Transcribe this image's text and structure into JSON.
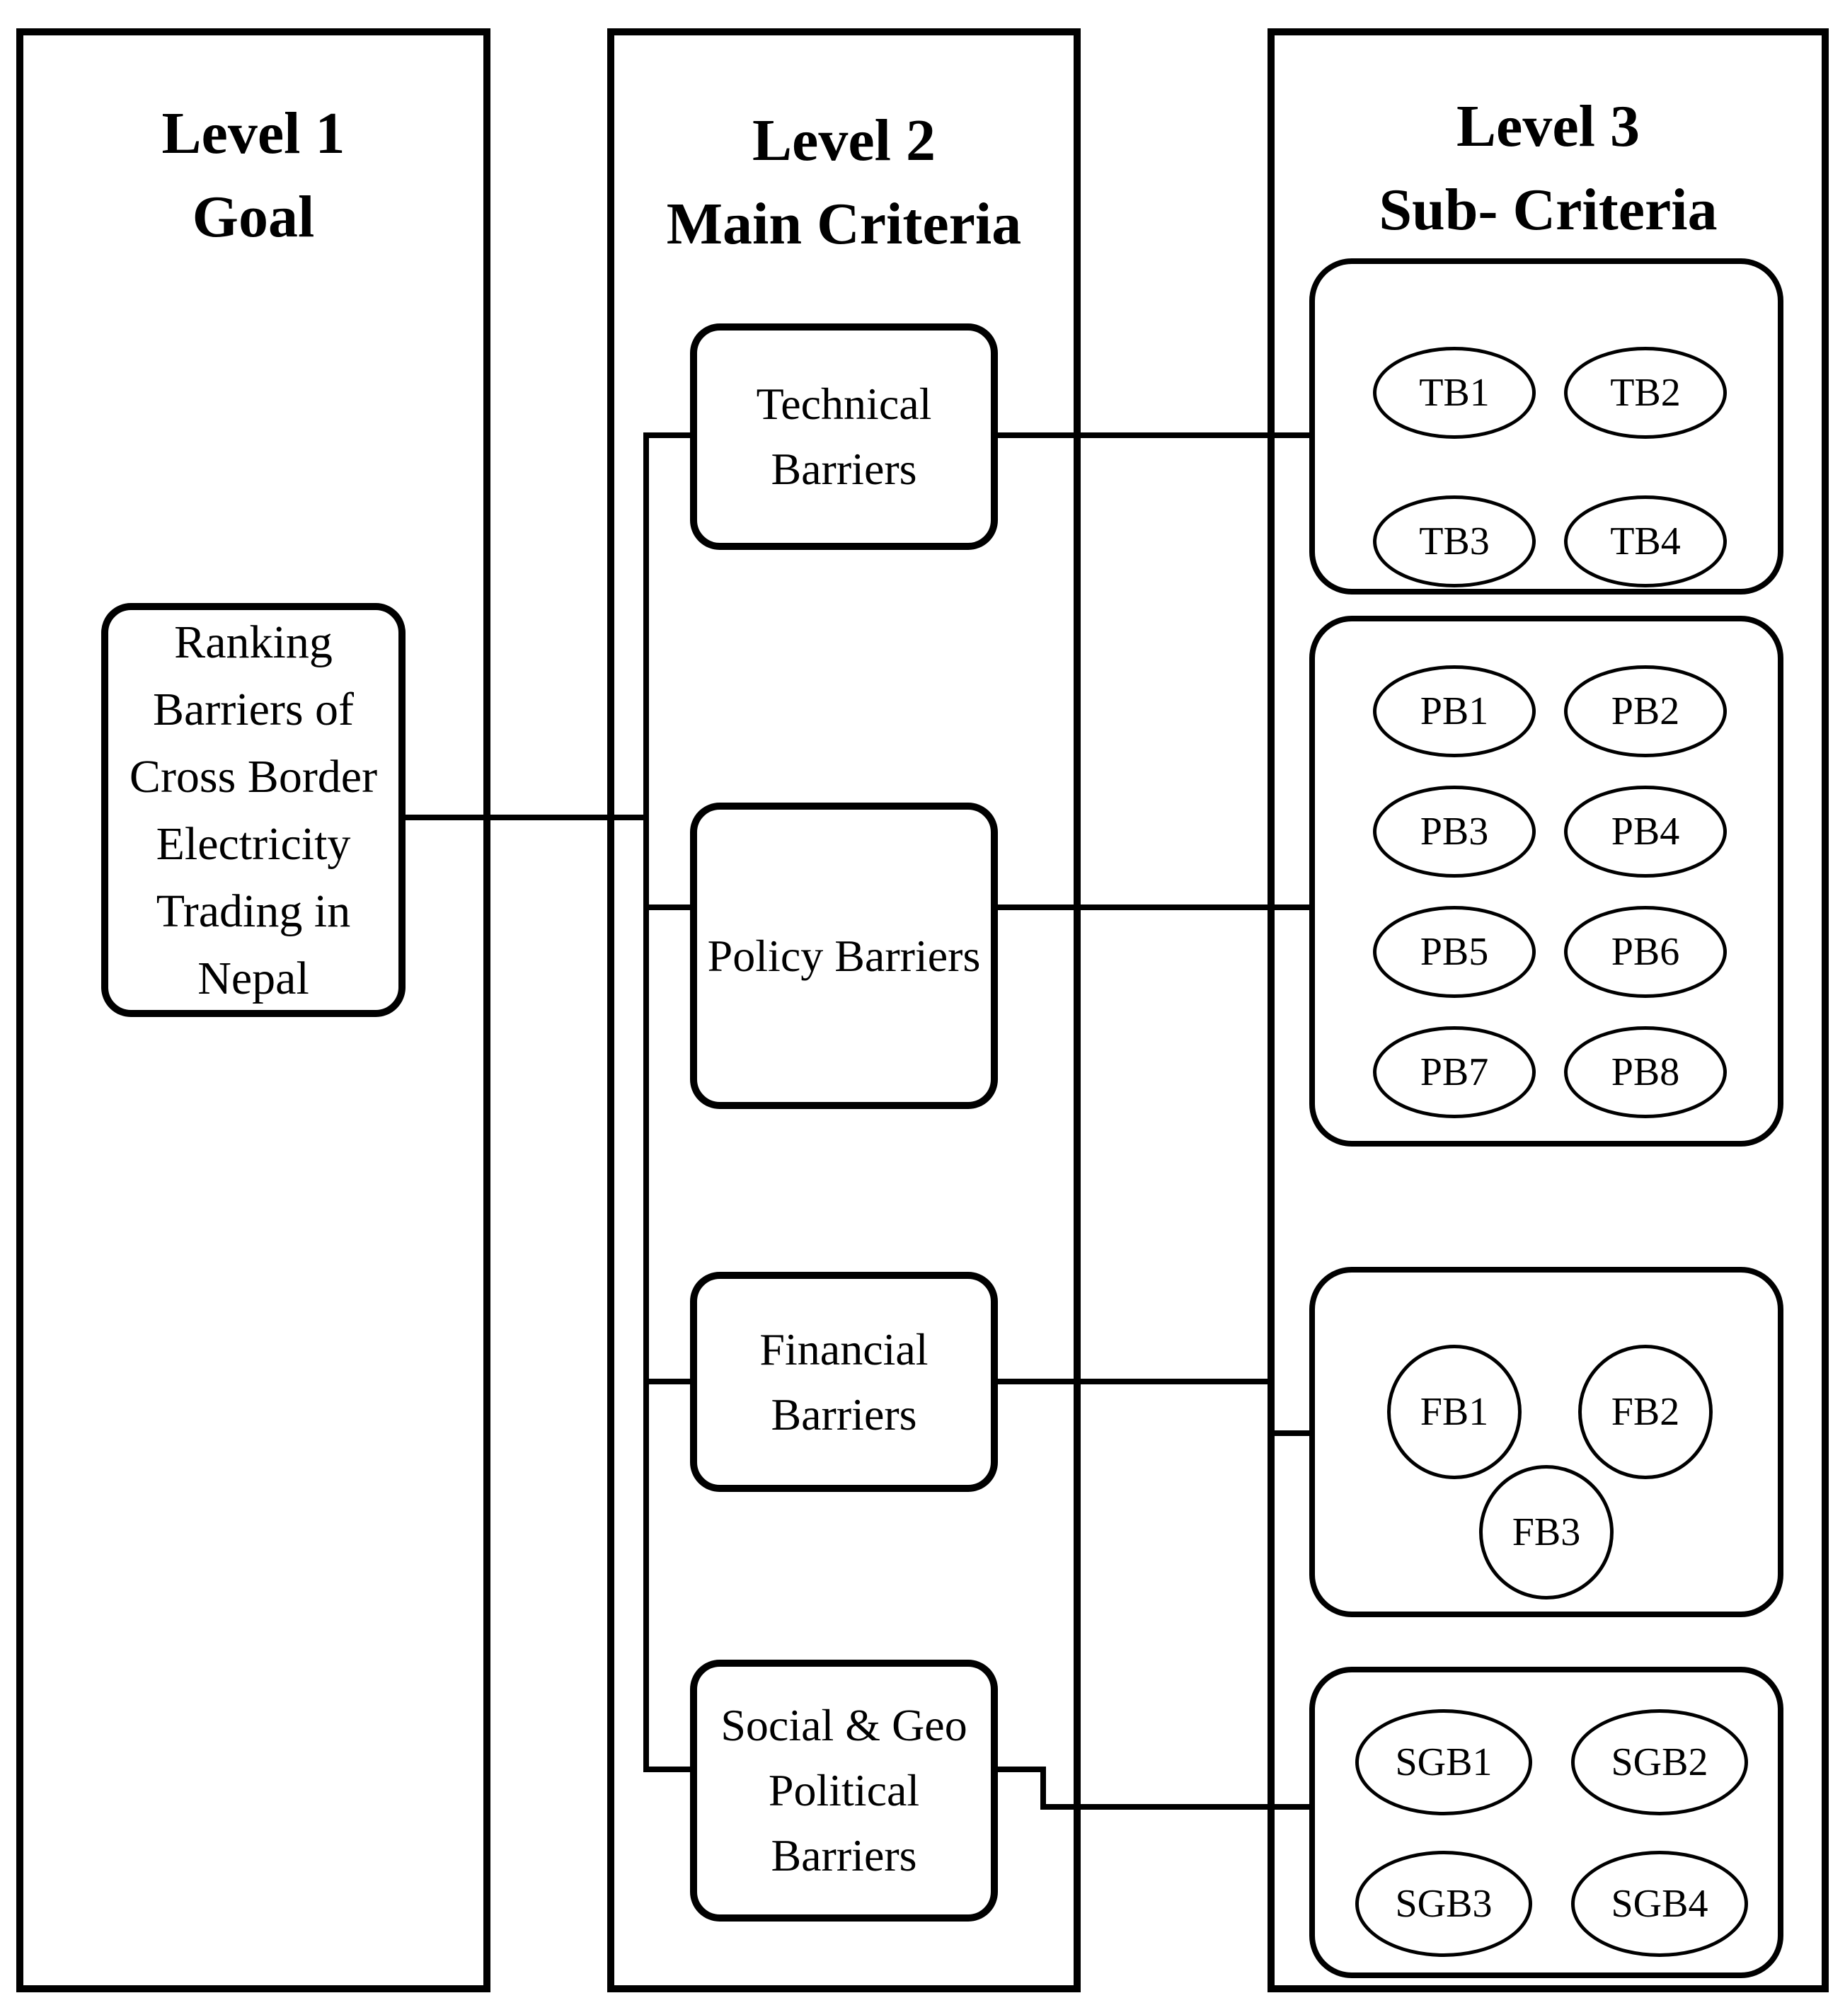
{
  "page": {
    "background": "#ffffff",
    "line_color": "#000000"
  },
  "columns": {
    "level1": {
      "title_line1": "Level 1",
      "title_line2": "Goal"
    },
    "level2": {
      "title_line1": "Level 2",
      "title_line2": "Main Criteria"
    },
    "level3": {
      "title_line1": "Level 3",
      "title_line2": "Sub- Criteria"
    }
  },
  "goal": {
    "label": "Ranking Barriers of Cross Border Electricity Trading in Nepal"
  },
  "main_criteria": {
    "technical": {
      "label": "Technical Barriers"
    },
    "policy": {
      "label": "Policy Barriers"
    },
    "financial": {
      "label": "Financial Barriers"
    },
    "social": {
      "label": "Social & Geo Political Barriers"
    }
  },
  "sub_criteria": {
    "technical": {
      "items": [
        "TB1",
        "TB2",
        "TB3",
        "TB4"
      ]
    },
    "policy": {
      "items": [
        "PB1",
        "PB2",
        "PB3",
        "PB4",
        "PB5",
        "PB6",
        "PB7",
        "PB8"
      ]
    },
    "financial": {
      "items": [
        "FB1",
        "FB2",
        "FB3"
      ]
    },
    "social": {
      "items": [
        "SGB1",
        "SGB2",
        "SGB3",
        "SGB4"
      ]
    }
  }
}
